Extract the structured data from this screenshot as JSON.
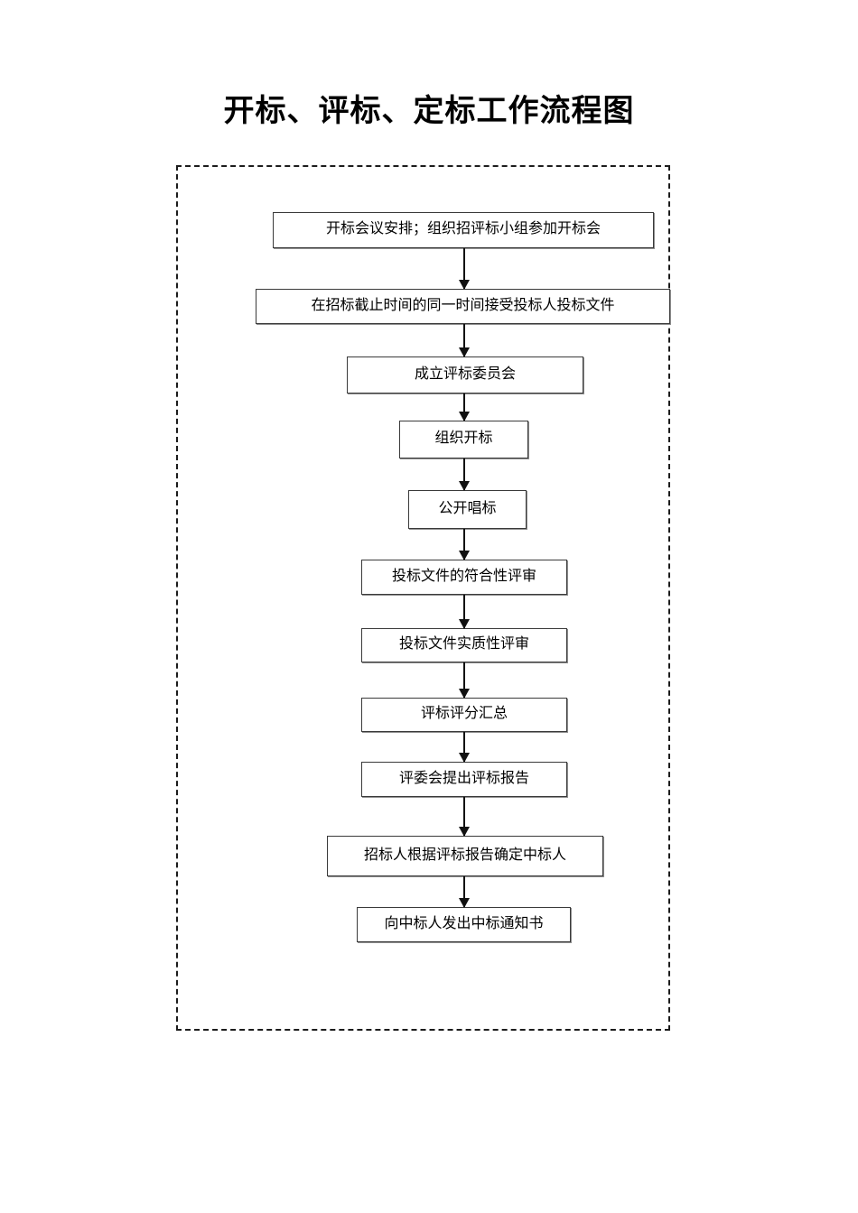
{
  "document": {
    "title": "开标、评标、定标工作流程图"
  },
  "flowchart": {
    "type": "flowchart",
    "orientation": "vertical",
    "border_style": "dashed",
    "border_color": "#1c1c1c",
    "node_border_color": "#3a3a3a",
    "node_fill_color": "#ffffff",
    "arrow_color": "#111111",
    "nodes": [
      {
        "id": "n1",
        "label": "开标会议安排；组织招评标小组参加开标会"
      },
      {
        "id": "n2",
        "label": "在招标截止时间的同一时间接受投标人投标文件"
      },
      {
        "id": "n3",
        "label": "成立评标委员会"
      },
      {
        "id": "n4",
        "label": "组织开标"
      },
      {
        "id": "n5",
        "label": "公开唱标"
      },
      {
        "id": "n6",
        "label": "投标文件的符合性评审"
      },
      {
        "id": "n7",
        "label": "投标文件实质性评审"
      },
      {
        "id": "n8",
        "label": "评标评分汇总"
      },
      {
        "id": "n9",
        "label": "评委会提出评标报告"
      },
      {
        "id": "n10",
        "label": "招标人根据评标报告确定中标人"
      },
      {
        "id": "n11",
        "label": "向中标人发出中标通知书"
      }
    ],
    "edges": [
      {
        "from": "n1",
        "to": "n2",
        "arrow": "down"
      },
      {
        "from": "n2",
        "to": "n3",
        "arrow": "down"
      },
      {
        "from": "n3",
        "to": "n4",
        "arrow": "down"
      },
      {
        "from": "n4",
        "to": "n5",
        "arrow": "down"
      },
      {
        "from": "n5",
        "to": "n6",
        "arrow": "down"
      },
      {
        "from": "n6",
        "to": "n7",
        "arrow": "down"
      },
      {
        "from": "n7",
        "to": "n8",
        "arrow": "down"
      },
      {
        "from": "n8",
        "to": "n9",
        "arrow": "down"
      },
      {
        "from": "n9",
        "to": "n10",
        "arrow": "down"
      },
      {
        "from": "n10",
        "to": "n11",
        "arrow": "down"
      }
    ]
  }
}
